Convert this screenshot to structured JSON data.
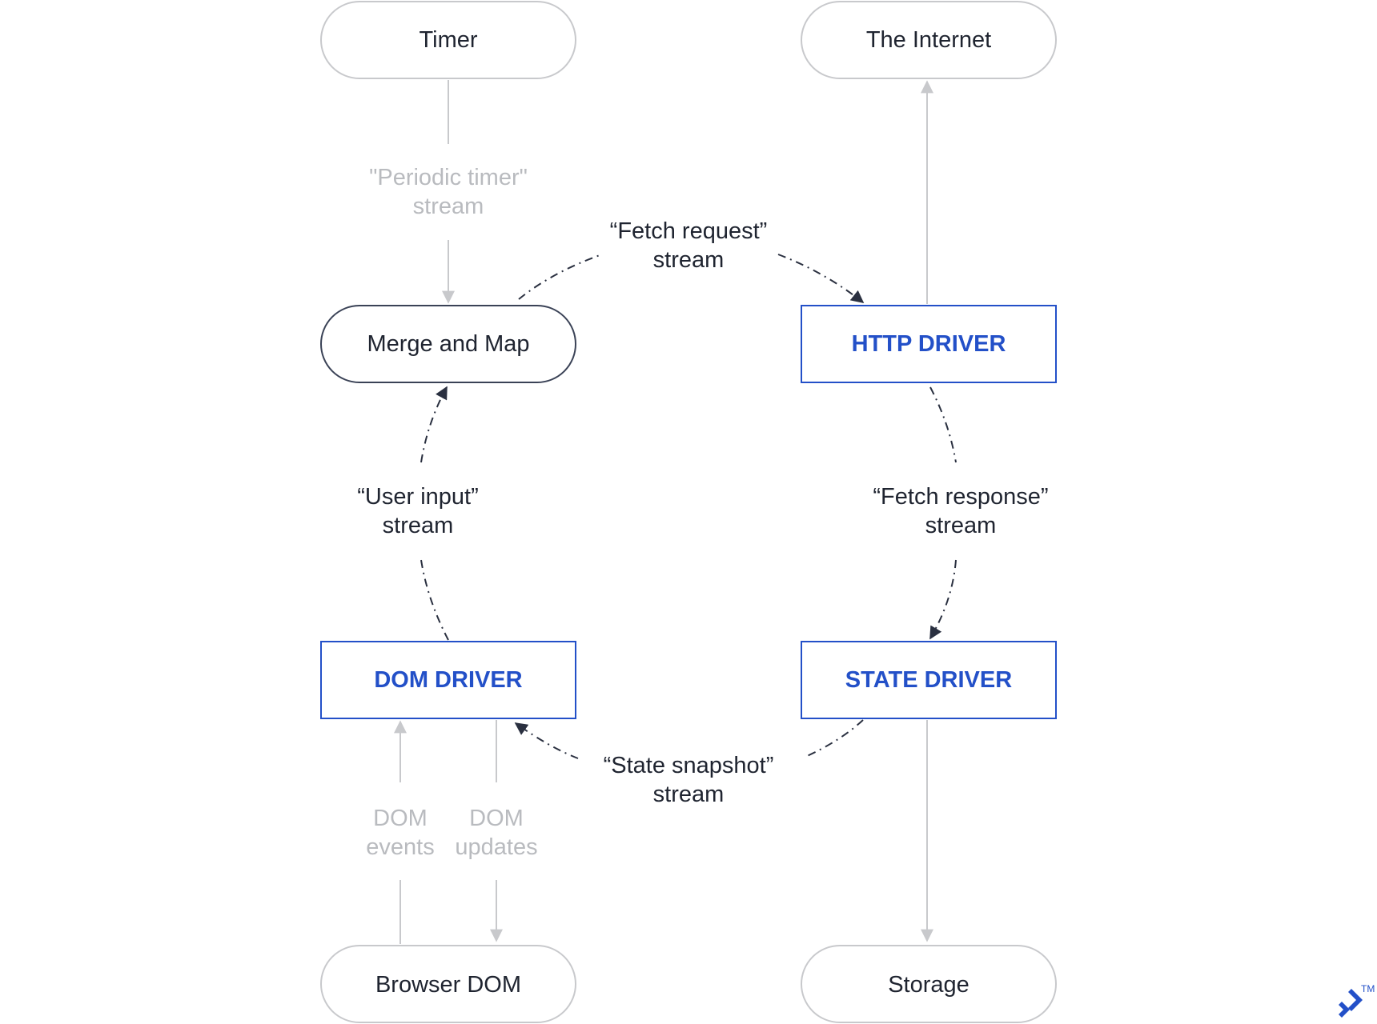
{
  "nodes": {
    "timer": "Timer",
    "internet": "The Internet",
    "merge_map": "Merge and Map",
    "http_driver": "HTTP DRIVER",
    "dom_driver": "DOM DRIVER",
    "state_driver": "STATE DRIVER",
    "browser_dom": "Browser DOM",
    "storage": "Storage"
  },
  "streams": {
    "periodic_timer": {
      "line1": "\"Periodic timer\"",
      "line2": "stream"
    },
    "fetch_request": {
      "line1": "“Fetch request”",
      "line2": "stream"
    },
    "user_input": {
      "line1": "“User input”",
      "line2": "stream"
    },
    "fetch_response": {
      "line1": "“Fetch response”",
      "line2": "stream"
    },
    "state_snapshot": {
      "line1": "“State snapshot”",
      "line2": "stream"
    },
    "dom_events": {
      "line1": "DOM",
      "line2": "events"
    },
    "dom_updates": {
      "line1": "DOM",
      "line2": "updates"
    }
  },
  "logo": {
    "tm": "TM"
  },
  "colors": {
    "driver_blue": "#2350c8",
    "grey_line": "#c8c9cc",
    "dark_line": "#2a3040"
  }
}
